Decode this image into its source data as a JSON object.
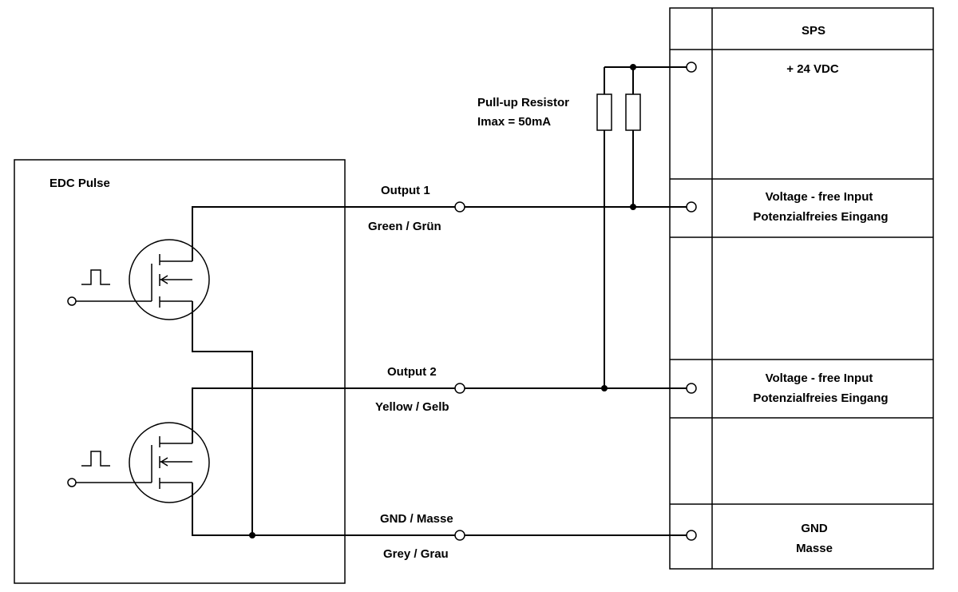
{
  "edc": {
    "title": "EDC Pulse"
  },
  "sps": {
    "title": "SPS",
    "supply": "+ 24 VDC",
    "input1_line1": "Voltage - free Input",
    "input1_line2": "Potenzialfreies Eingang",
    "input2_line1": "Voltage - free Input",
    "input2_line2": "Potenzialfreies Eingang",
    "gnd_line1": "GND",
    "gnd_line2": "Masse"
  },
  "resistor": {
    "line1": "Pull-up Resistor",
    "line2": "Imax = 50mA"
  },
  "wires": {
    "output1_name": "Output 1",
    "output1_color": "Green / Grün",
    "output2_name": "Output 2",
    "output2_color": "Yellow / Gelb",
    "gnd_name": "GND / Masse",
    "gnd_color": "Grey / Grau"
  }
}
